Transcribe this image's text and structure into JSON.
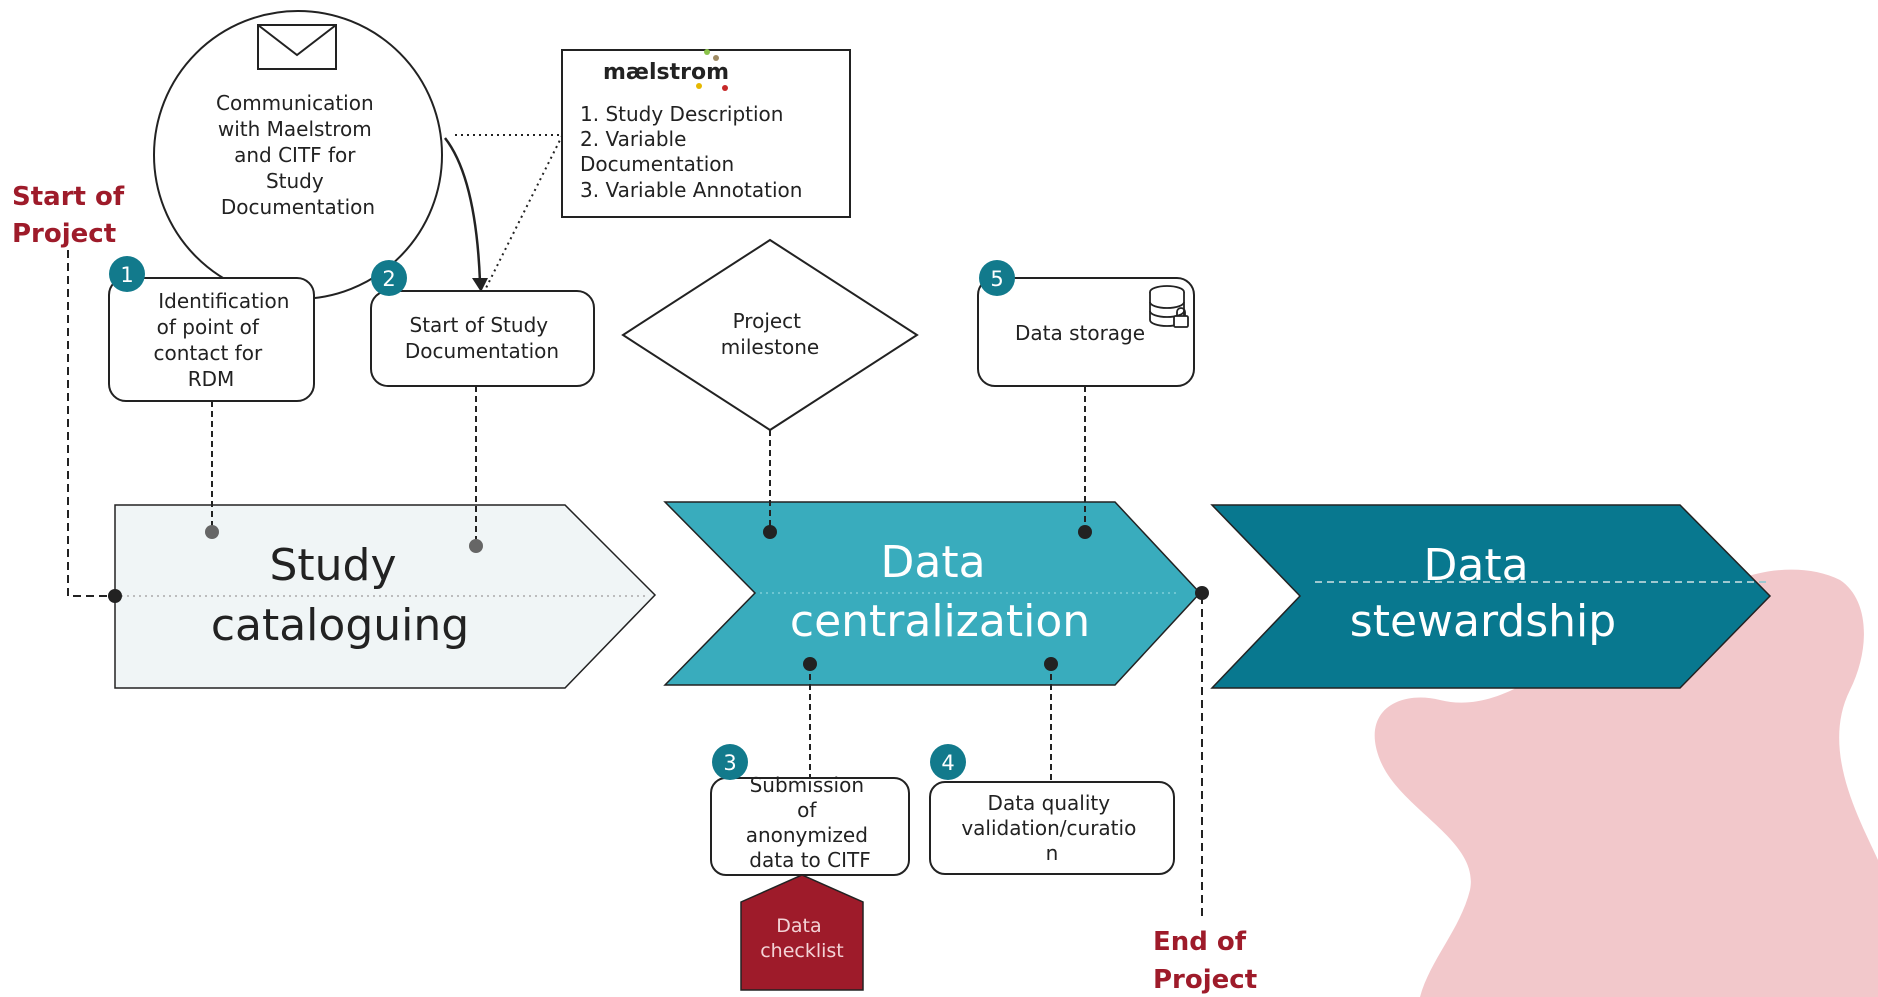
{
  "colors": {
    "accent_red": "#9e1b2a",
    "phase_light": "#f0f5f6",
    "phase_medium": "#39acbd",
    "phase_dark": "#08788f",
    "badge": "#127a8c",
    "decoration_pink": "#f2c8cb",
    "decoration_cyan": "#def0f3"
  },
  "markers": {
    "start": "Start of\nProject",
    "end": "End of\nProject"
  },
  "phases": [
    {
      "label": "Study\ncataloguing"
    },
    {
      "label": "Data\ncentralization"
    },
    {
      "label": "Data\nstewardship"
    }
  ],
  "communication": {
    "icon": "envelope-icon",
    "text": "Communication\nwith Maelstrom\nand CITF for\nStudy\nDocumentation"
  },
  "maelstrom": {
    "logo": "mælstrom",
    "items": [
      "1.  Study Description",
      "2. Variable\n    Documentation",
      "3.  Variable Annotation"
    ]
  },
  "steps": [
    {
      "number": "1",
      "label": "Identification\nof point of\ncontact for\nRDM"
    },
    {
      "number": "2",
      "label": "Start of Study\nDocumentation"
    },
    {
      "number": "3",
      "label": "Submission\nof\nanonymized\ndata to CITF"
    },
    {
      "number": "4",
      "label": "Data quality\nvalidation/curatio\nn"
    },
    {
      "number": "5",
      "label": "Data storage",
      "icon": "database-lock-icon"
    }
  ],
  "milestone": {
    "label": "Project\nmilestone"
  },
  "checklist": {
    "label": "Data\nchecklist"
  }
}
